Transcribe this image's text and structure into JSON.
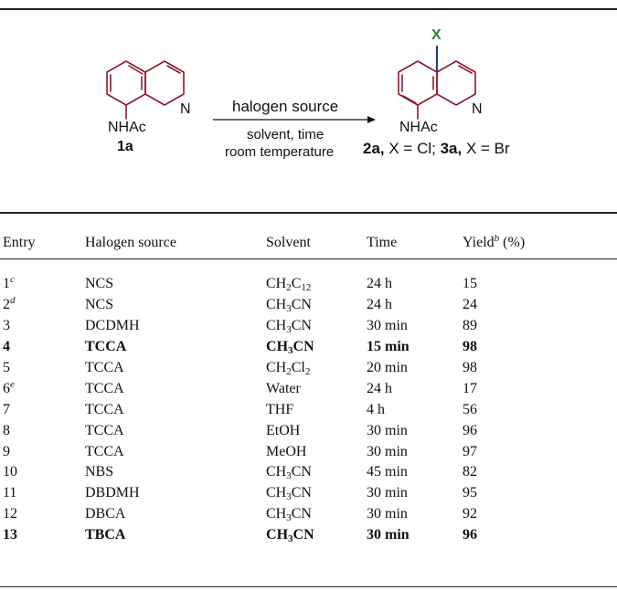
{
  "scheme": {
    "reactant_sub": "NHAc",
    "reactant_label": "1a",
    "ring_n": "N",
    "arrow_top": "halogen source",
    "arrow_bottom_1": "solvent, time",
    "arrow_bottom_2": "room temperature",
    "product_x": "X",
    "product_sub": "NHAc",
    "product_n": "N",
    "product_label_2a": "2a,",
    "product_label_2a_text": " X = Cl; ",
    "product_label_3a": "3a,",
    "product_label_3a_text": " X = Br"
  },
  "colors": {
    "bond": "#8b1a2b",
    "x_atom": "#2e7d32",
    "x_bond": "#1f3d8c",
    "nitrogen": "#1f3d8c"
  },
  "table": {
    "headers": {
      "entry": "Entry",
      "halogen": "Halogen source",
      "solvent": "Solvent",
      "time": "Time",
      "yield": "Yield",
      "yield_sup": "b",
      "yield_unit": " (%)"
    },
    "rows": [
      {
        "entry": "1",
        "sup": "c",
        "halogen": "NCS",
        "solvent": "CH2C12",
        "time": "24 h",
        "yield": "15",
        "bold": false
      },
      {
        "entry": "2",
        "sup": "d",
        "halogen": "NCS",
        "solvent": "CH3CN",
        "time": "24 h",
        "yield": "24",
        "bold": false
      },
      {
        "entry": "3",
        "sup": "",
        "halogen": "DCDMH",
        "solvent": "CH3CN",
        "time": "30 min",
        "yield": "89",
        "bold": false
      },
      {
        "entry": "4",
        "sup": "",
        "halogen": "TCCA",
        "solvent": "CH3CN",
        "time": "15 min",
        "yield": "98",
        "bold": true
      },
      {
        "entry": "5",
        "sup": "",
        "halogen": "TCCA",
        "solvent": "CH2Cl2",
        "time": "20 min",
        "yield": "98",
        "bold": false
      },
      {
        "entry": "6",
        "sup": "e",
        "halogen": "TCCA",
        "solvent": "Water",
        "time": "24 h",
        "yield": "17",
        "bold": false
      },
      {
        "entry": "7",
        "sup": "",
        "halogen": "TCCA",
        "solvent": "THF",
        "time": "4 h",
        "yield": "56",
        "bold": false
      },
      {
        "entry": "8",
        "sup": "",
        "halogen": "TCCA",
        "solvent": "EtOH",
        "time": "30 min",
        "yield": "96",
        "bold": false
      },
      {
        "entry": "9",
        "sup": "",
        "halogen": "TCCA",
        "solvent": "MeOH",
        "time": "30 min",
        "yield": "97",
        "bold": false
      },
      {
        "entry": "10",
        "sup": "",
        "halogen": "NBS",
        "solvent": "CH3CN",
        "time": "45 min",
        "yield": "82",
        "bold": false
      },
      {
        "entry": "11",
        "sup": "",
        "halogen": "DBDMH",
        "solvent": "CH3CN",
        "time": "30 min",
        "yield": "95",
        "bold": false
      },
      {
        "entry": "12",
        "sup": "",
        "halogen": "DBCA",
        "solvent": "CH3CN",
        "time": "30 min",
        "yield": "92",
        "bold": false
      },
      {
        "entry": "13",
        "sup": "",
        "halogen": "TBCA",
        "solvent": "CH3CN",
        "time": "30 min",
        "yield": "96",
        "bold": true
      }
    ]
  }
}
